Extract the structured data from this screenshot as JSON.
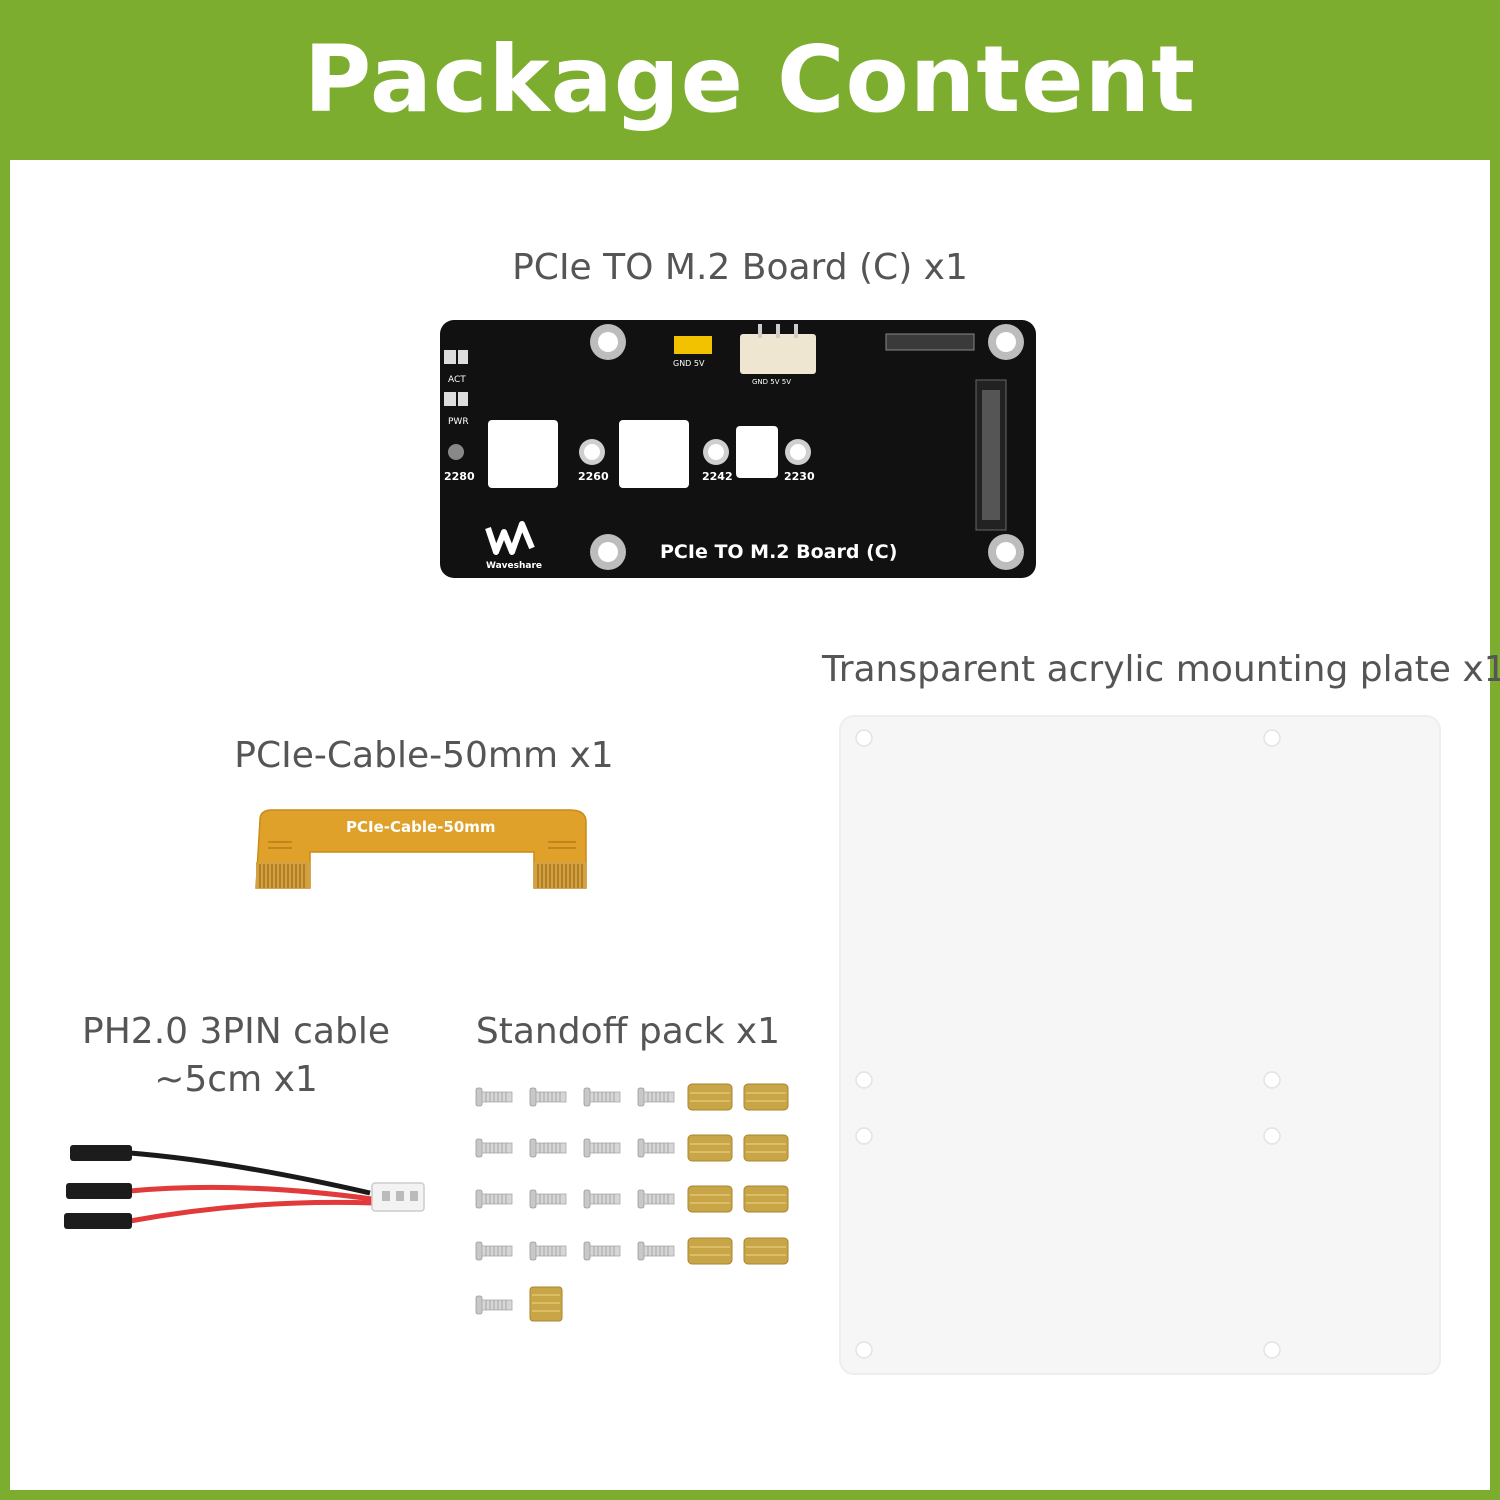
{
  "header": {
    "title": "Package Content"
  },
  "items": {
    "board": {
      "label": "PCIe TO M.2 Board (C) x1",
      "silkscreen": {
        "title": "PCIe TO M.2 Board (C)",
        "brand": "Waveshare",
        "act": "ACT",
        "pwr": "PWR",
        "jumper": "GND 5V",
        "connector": "GND 5V 5V",
        "sizes": [
          "2280",
          "2260",
          "2242",
          "2230"
        ]
      }
    },
    "cable": {
      "label": "PCIe-Cable-50mm x1",
      "print": "PCIe-Cable-50mm"
    },
    "plate": {
      "label": "Transparent acrylic mounting plate x1"
    },
    "wire": {
      "label_line1": "PH2.0 3PIN cable",
      "label_line2": "~5cm x1"
    },
    "standoffs": {
      "label": "Standoff pack x1"
    }
  },
  "colors": {
    "accent": "#7cad2e",
    "pcb": "#111111",
    "flex": "#e0a12a",
    "brass": "#c8a648",
    "wire_red": "#e23a3a"
  }
}
